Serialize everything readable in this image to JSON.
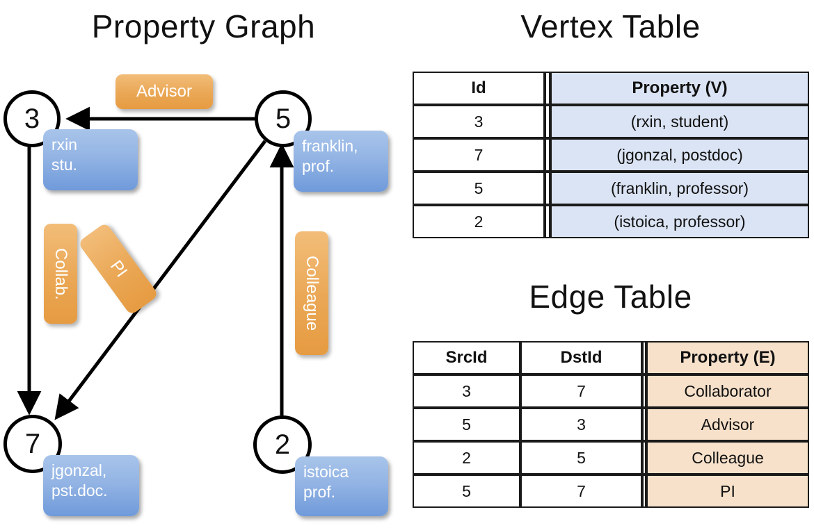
{
  "graph": {
    "title": "Property Graph",
    "nodes": [
      {
        "id": "3",
        "property_lines": [
          "rxin",
          "stu."
        ]
      },
      {
        "id": "5",
        "property_lines": [
          "franklin,",
          "prof."
        ]
      },
      {
        "id": "7",
        "property_lines": [
          "jgonzal,",
          "pst.doc."
        ]
      },
      {
        "id": "2",
        "property_lines": [
          "istoica",
          "prof."
        ]
      }
    ],
    "edge_labels": [
      {
        "name": "advisor-label",
        "text": "Advisor"
      },
      {
        "name": "collab-label",
        "text": "Collab."
      },
      {
        "name": "pi-label",
        "text": "PI"
      },
      {
        "name": "colleague-label",
        "text": "Colleague"
      }
    ],
    "edges": [
      {
        "src": "5",
        "dst": "3",
        "label": "Advisor"
      },
      {
        "src": "3",
        "dst": "7",
        "label": "Collab."
      },
      {
        "src": "5",
        "dst": "7",
        "label": "PI"
      },
      {
        "src": "2",
        "dst": "5",
        "label": "Colleague"
      }
    ]
  },
  "vertex_table": {
    "title": "Vertex Table",
    "headers": [
      "Id",
      "Property (V)"
    ],
    "rows": [
      {
        "id": "3",
        "property": "(rxin, student)"
      },
      {
        "id": "7",
        "property": "(jgonzal, postdoc)"
      },
      {
        "id": "5",
        "property": "(franklin, professor)"
      },
      {
        "id": "2",
        "property": "(istoica, professor)"
      }
    ]
  },
  "edge_table": {
    "title": "Edge Table",
    "headers": [
      "SrcId",
      "DstId",
      "Property (E)"
    ],
    "rows": [
      {
        "src": "3",
        "dst": "7",
        "property": "Collaborator"
      },
      {
        "src": "5",
        "dst": "3",
        "property": "Advisor"
      },
      {
        "src": "2",
        "dst": "5",
        "property": "Colleague"
      },
      {
        "src": "5",
        "dst": "7",
        "property": "PI"
      }
    ]
  },
  "colors": {
    "vertex_property_fill": "#dbe4f4",
    "edge_property_fill": "#f7e1ca",
    "node_property_box": "#93b4e4",
    "edge_label_box": "#eaa755",
    "stroke": "#000000"
  }
}
